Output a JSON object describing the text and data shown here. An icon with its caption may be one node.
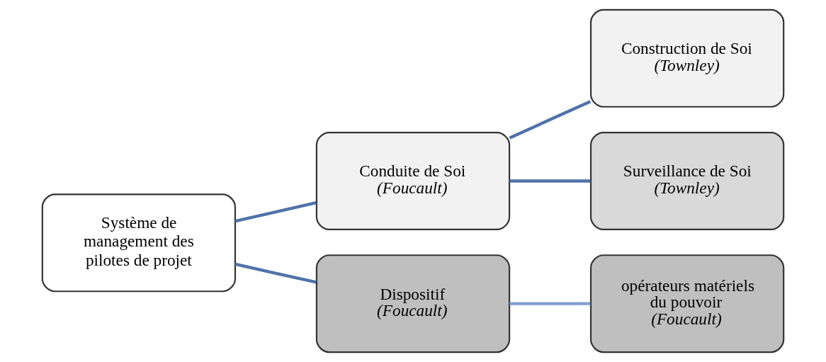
{
  "diagram": {
    "nodes": [
      {
        "text": [
          "Système de management des pilotes de projet"
        ]
      },
      {
        "text": [
          "Conduite de Soi",
          "(Foucault)"
        ]
      },
      {
        "text": [
          "Construction de Soi",
          "(Townley)"
        ]
      },
      {
        "text": [
          "Surveillance de Soi",
          "(Townley)"
        ]
      },
      {
        "text": [
          "Dispositif",
          "(Foucault)"
        ]
      },
      {
        "text": [
          "opérateurs matériels du pouvoir",
          "(Foucault)"
        ]
      }
    ],
    "edges": [
      {
        "from": 0,
        "to": 1,
        "arrow": "none"
      },
      {
        "from": 0,
        "to": 4,
        "arrow": "none"
      },
      {
        "from": 1,
        "to": 2,
        "arrow": "none"
      },
      {
        "from": 1,
        "to": 3,
        "arrow": "none"
      },
      {
        "from": 4,
        "to": 5,
        "arrow": "none",
        "color": "#7f9fd0"
      }
    ]
  }
}
